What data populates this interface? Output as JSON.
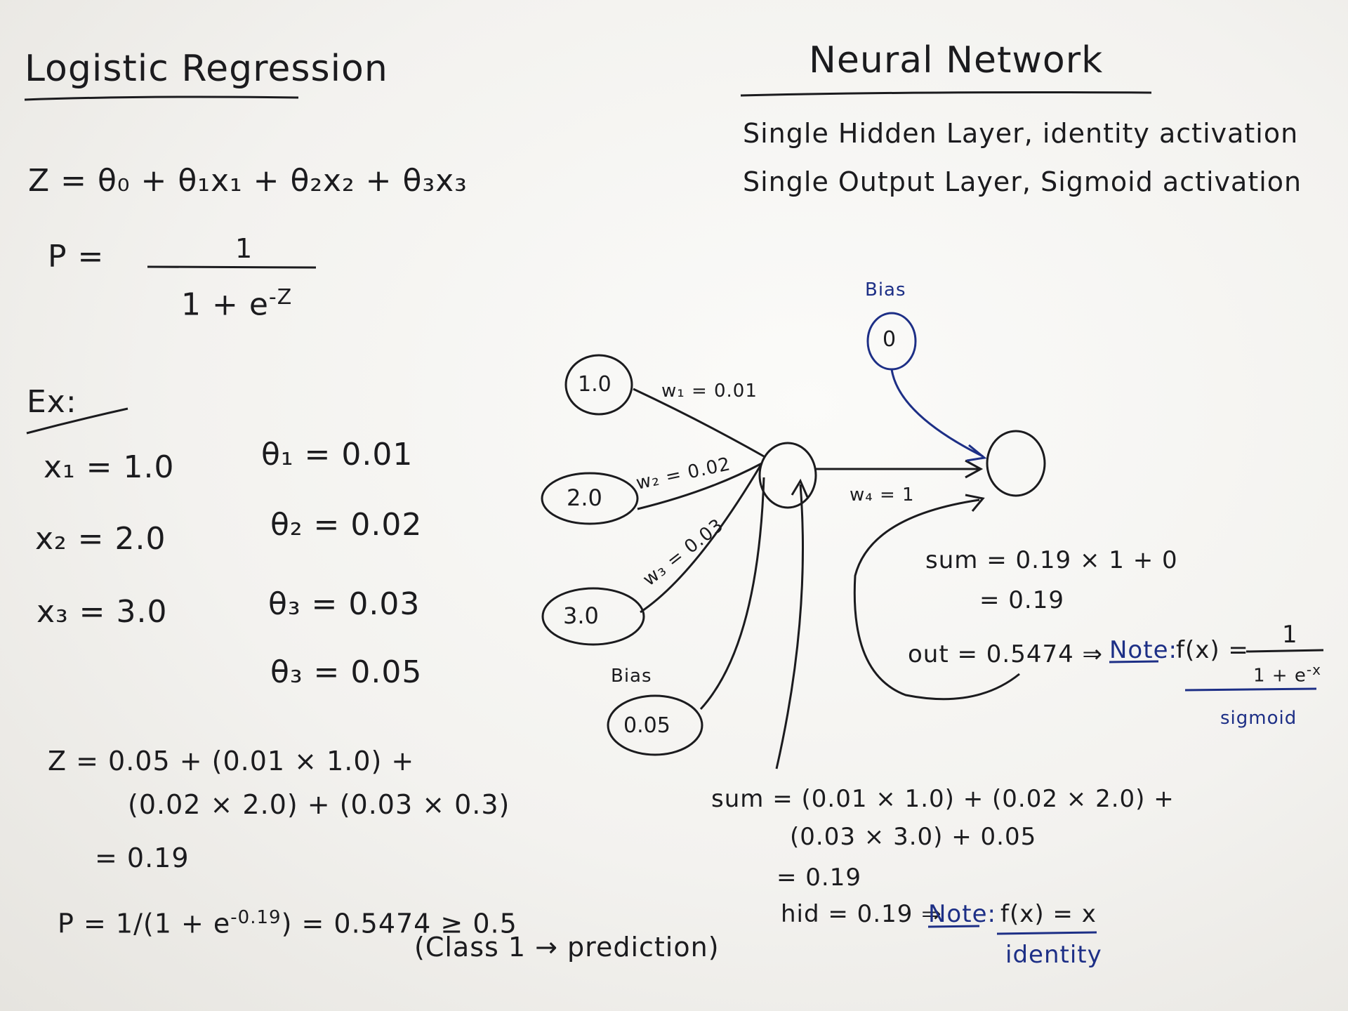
{
  "left": {
    "heading": "Logistic Regression",
    "z_eq": "Z = θ₀ + θ₁x₁ + θ₂x₂ + θ₃x₃",
    "p_label": "P =",
    "p_num": "1",
    "p_den": "1 + e",
    "p_den_exp": "-Z",
    "ex_label": "Ex:",
    "vars": [
      {
        "x": "x₁ = 1.0",
        "theta": "θ₁ = 0.01"
      },
      {
        "x": "x₂ = 2.0",
        "theta": "θ₂ = 0.02"
      },
      {
        "x": "x₃ = 3.0",
        "theta": "θ₃ = 0.03"
      }
    ],
    "theta0": "θ₃ = 0.05",
    "z_calc_1": "Z = 0.05 + (0.01 × 1.0) +",
    "z_calc_2": "(0.02 × 2.0) + (0.03 × 0.3)",
    "z_calc_3": "= 0.19",
    "p_calc": "P = 1/(1 + e",
    "p_calc_exp": "-0.19",
    "p_calc_rest": ") = 0.5474 ≥ 0.5",
    "p_class": "(Class 1 → prediction)"
  },
  "right": {
    "heading": "Neural Network",
    "desc_1": "Single Hidden Layer, identity activation",
    "desc_2": "Single Output Layer, Sigmoid activation",
    "bias_top_label": "Bias",
    "bias_top_value": "0",
    "inputs": [
      "1.0",
      "2.0",
      "3.0"
    ],
    "bias_left_label": "Bias",
    "bias_left_value": "0.05",
    "w1": "w₁ = 0.01",
    "w2": "w₂ = 0.02",
    "w3": "w₃ = 0.03",
    "w4": "w₄ = 1",
    "out_sum_1": "sum = 0.19 × 1 + 0",
    "out_sum_2": "= 0.19",
    "out_val": "out = 0.5474 ⇒",
    "note_label_1": "Note:",
    "note_fx_1": "f(x) =",
    "sig_num": "1",
    "sig_den": "1 + e",
    "sig_den_exp": "-x",
    "sig_name": "sigmoid",
    "hid_sum_1": "sum = (0.01 × 1.0) + (0.02 × 2.0) +",
    "hid_sum_2": "(0.03 × 3.0) + 0.05",
    "hid_sum_3": "= 0.19",
    "hid_val": "hid = 0.19 ⇒",
    "note_label_2": "Note:",
    "note_fx_2": "f(x) = x",
    "identity_name": "identity"
  },
  "colors": {
    "ink": "#1b1b1e",
    "blue_ink": "#1d2f86",
    "paper": "#f7f7f4"
  }
}
